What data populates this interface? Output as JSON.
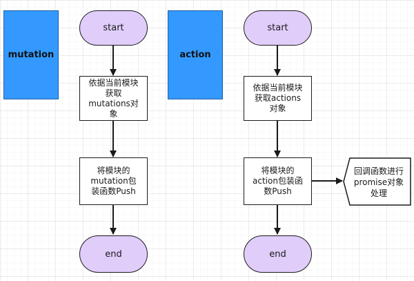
{
  "labels": {
    "mutation": "mutation",
    "action": "action"
  },
  "mutation_flow": {
    "start": "start",
    "step1": "依据当前模块\n获取\nmutations对\n象",
    "step2": "将模块的\nmutation包\n装函数Push",
    "end": "end"
  },
  "action_flow": {
    "start": "start",
    "step1": "依据当前模块\n获取actions\n对象",
    "step2": "将模块的\naction包装函\n数Push",
    "callback": "回调函数进行\npromise对象\n处理",
    "end": "end"
  },
  "colors": {
    "label_fill": "#3399ff",
    "terminal_fill": "#e0cdfa",
    "process_fill": "#ffffff",
    "stroke": "#1a1a1a"
  }
}
